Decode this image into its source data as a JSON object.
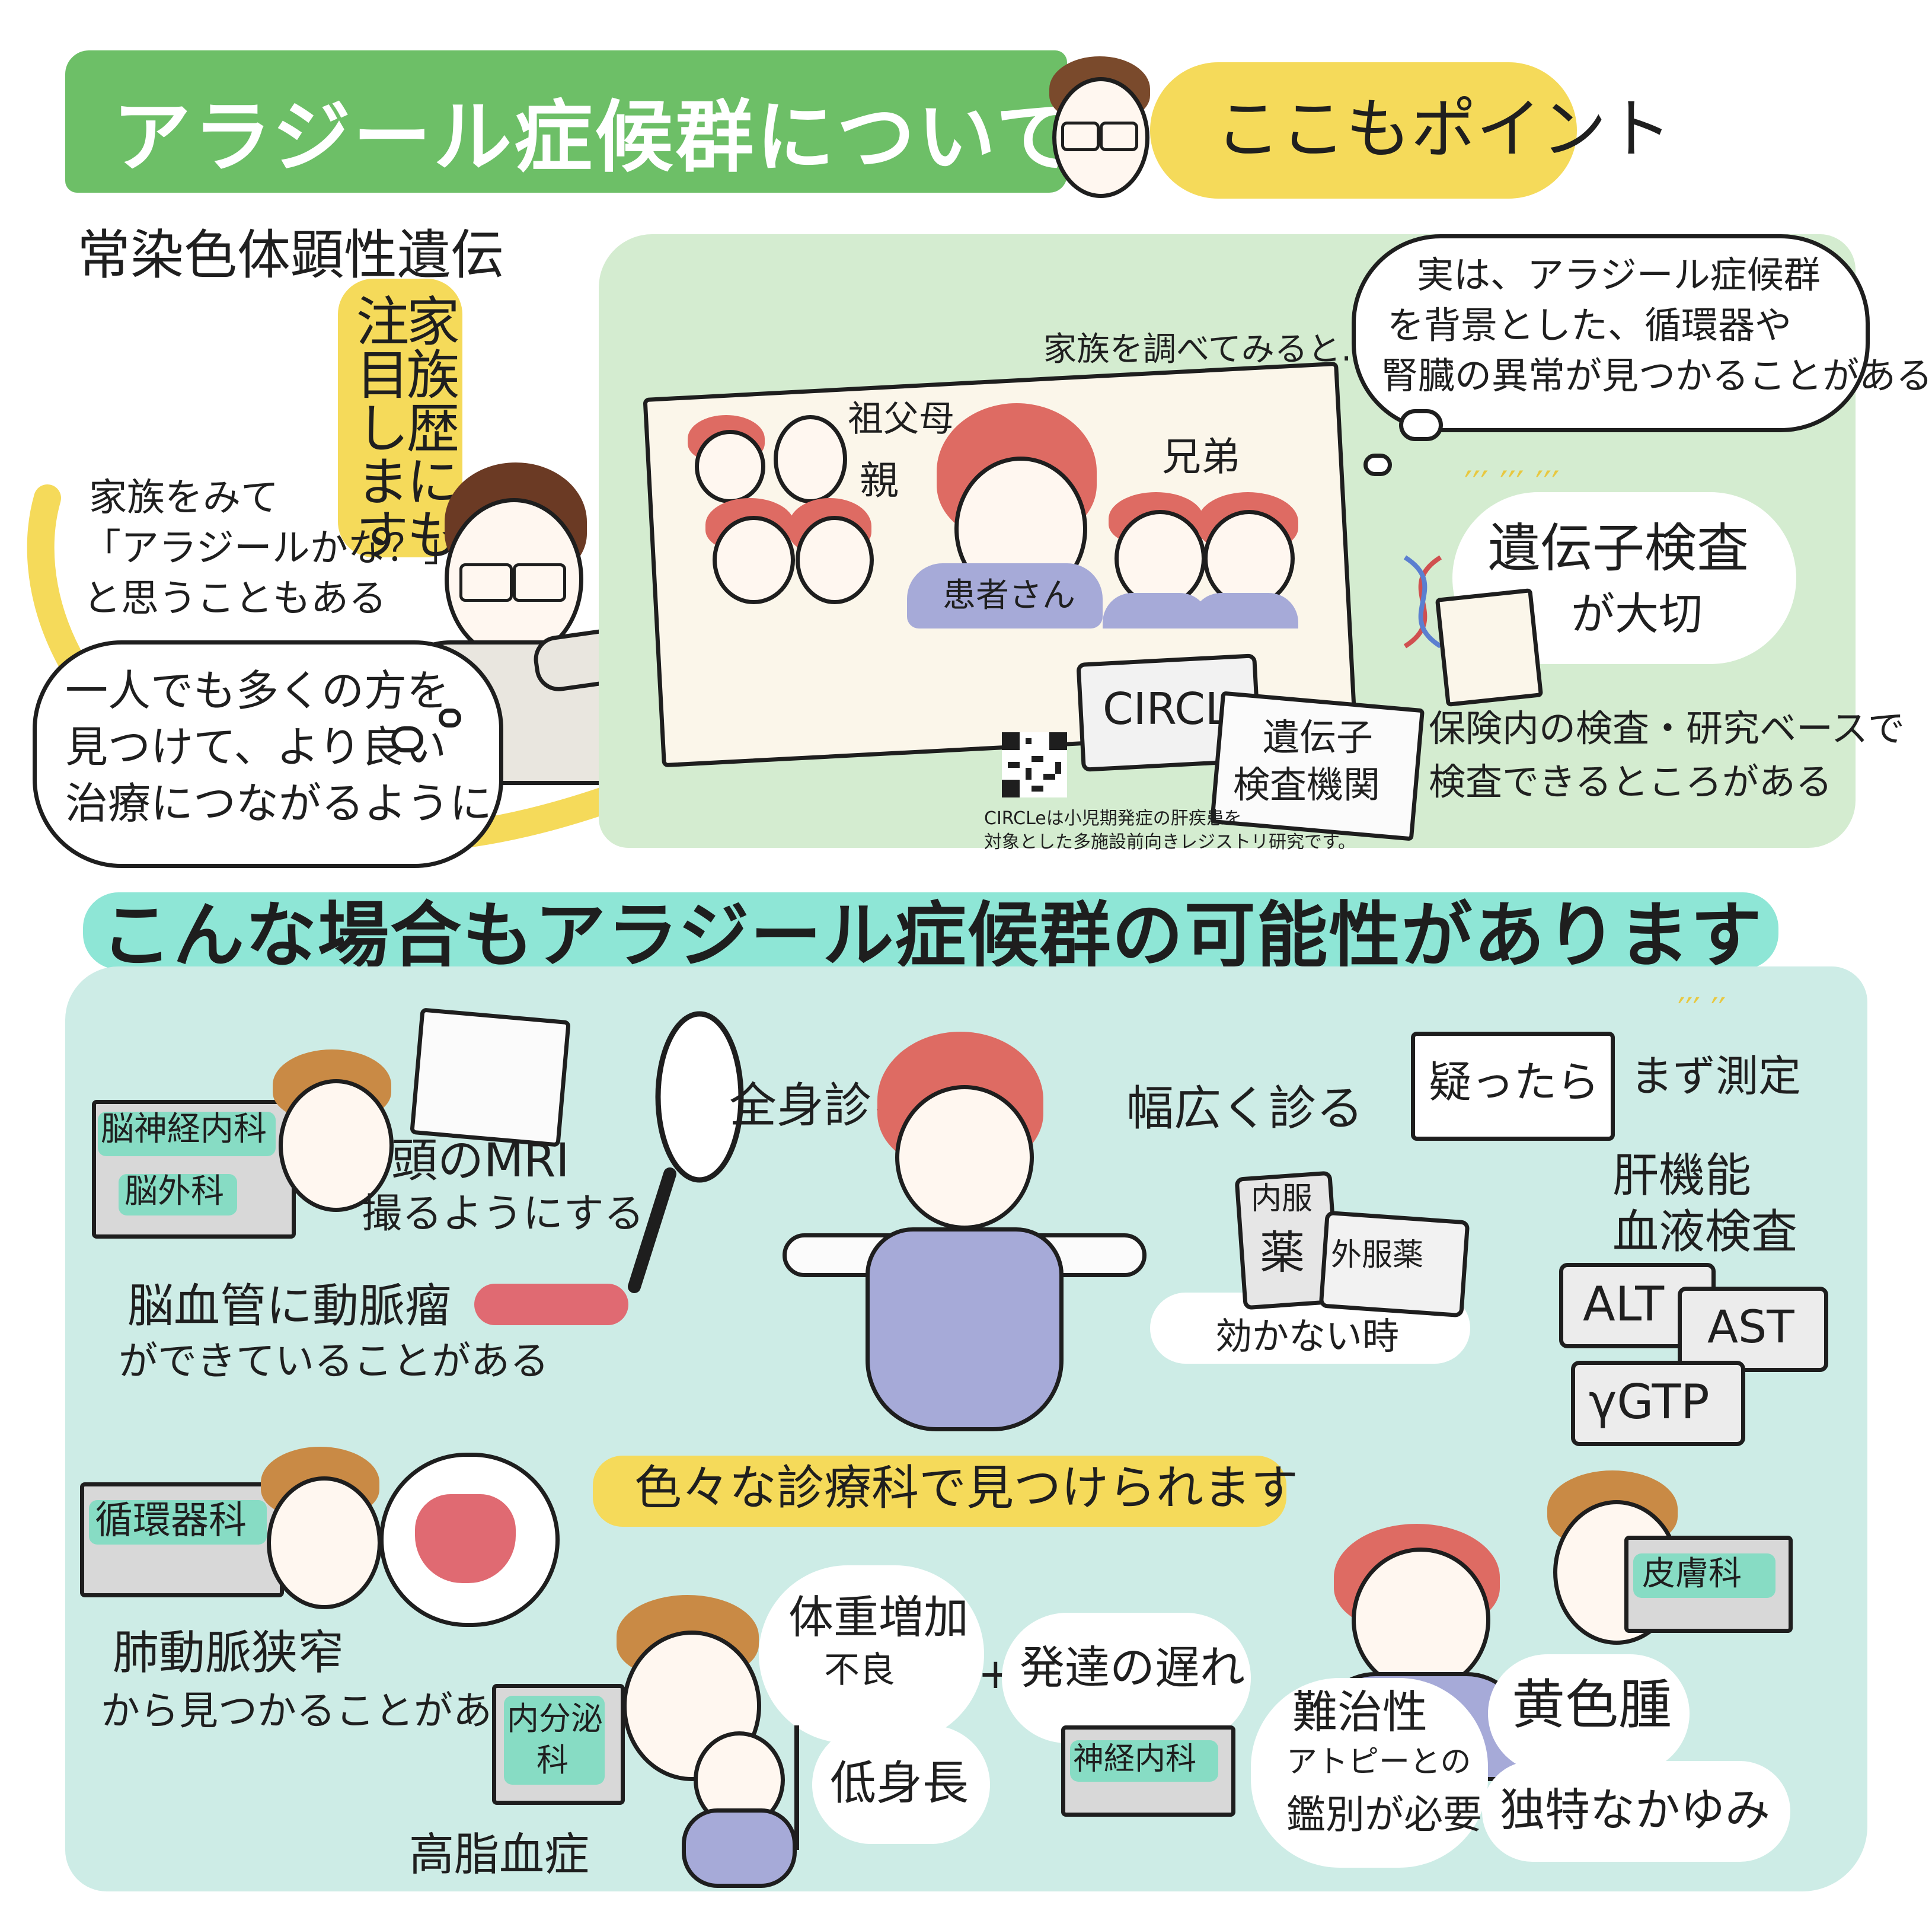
{
  "header": {
    "title": "アラジール症候群について",
    "point_label": "ここもポイント"
  },
  "inheritance": {
    "mode": "常染色体顕性遺伝",
    "family_history_line1": "家族歴にも",
    "family_history_line2": "注目します",
    "doctor_thought_lines": [
      "家族をみて",
      "「アラジールかな？」",
      "と思うこともある"
    ],
    "hope_lines": [
      "一人でも多くの方を",
      "見つけて、より良い",
      "治療につながるように"
    ]
  },
  "family_panel": {
    "caption": "家族を調べてみると…",
    "labels": {
      "grandparents": "祖父母",
      "parents": "親",
      "siblings": "兄弟",
      "patient": "患者さん"
    },
    "finding_lines": [
      "実は、アラジール症候群",
      "を背景とした、循環器や",
      "腎臓の異常が見つかることがある"
    ],
    "gene_test_line1": "遺伝子検査",
    "gene_test_line2": "が大切",
    "circle_label": "CIRCLe",
    "lab_label_line1": "遺伝子",
    "lab_label_line2": "検査機関",
    "lab_note_lines": [
      "保険内の検査・研究ベースで",
      "検査できるところがある"
    ],
    "circle_note_lines": [
      "CIRCLeは小児期発症の肝疾患を",
      "対象とした多施設前向きレジストリ研究です。"
    ]
  },
  "section2": {
    "title": "こんな場合もアラジール症候群の可能性があります",
    "whole_body": "全身診る",
    "broad": "幅広く診る",
    "neuro": {
      "dept_line1": "脳神経内科",
      "dept_line2": "脳外科",
      "action_line1": "頭のMRI",
      "action_line2": "撮るようにする",
      "finding_line1": "脳血管に動脈瘤",
      "finding_line2": "ができていることがある"
    },
    "meds": {
      "internal_line1": "内服",
      "internal_line2": "薬",
      "external": "外服薬",
      "no_effect": "効かない時"
    },
    "lab": {
      "suspect": "疑ったら",
      "measure_first": "まず測定",
      "liver_line1": "肝機能",
      "liver_line2": "血液検査",
      "tests": [
        "ALT",
        "AST",
        "γGTP"
      ]
    },
    "banner": "色々な診療科で見つけられます",
    "cardio": {
      "dept": "循環器科",
      "finding_line1": "肺動脈狭窄",
      "finding_line2": "から見つかることがある"
    },
    "endo": {
      "dept_line1": "内分泌",
      "dept_line2": "科",
      "growth_line1": "体重増加",
      "growth_line2": "不良",
      "short": "低身長",
      "lipid": "高脂血症",
      "plus": "+"
    },
    "neuro2": {
      "delay": "発達の遅れ",
      "dept": "神経内科"
    },
    "derm": {
      "dept": "皮膚科",
      "atopy_line1": "難治性",
      "atopy_line2": "アトピーとの",
      "atopy_line3": "鑑別が必要",
      "xanthoma": "黄色腫",
      "itch": "独特なかゆみ"
    }
  },
  "colors": {
    "title_green": "#6dbf67",
    "point_yellow": "#f5da5a",
    "panel_green": "#d4ecd0",
    "panel_cyan": "#cdece6",
    "strip_cyan": "#8ee6d6",
    "hair_red": "#de6b63",
    "hair_brown": "#c98a45",
    "overall_blue": "#a6aad8"
  }
}
